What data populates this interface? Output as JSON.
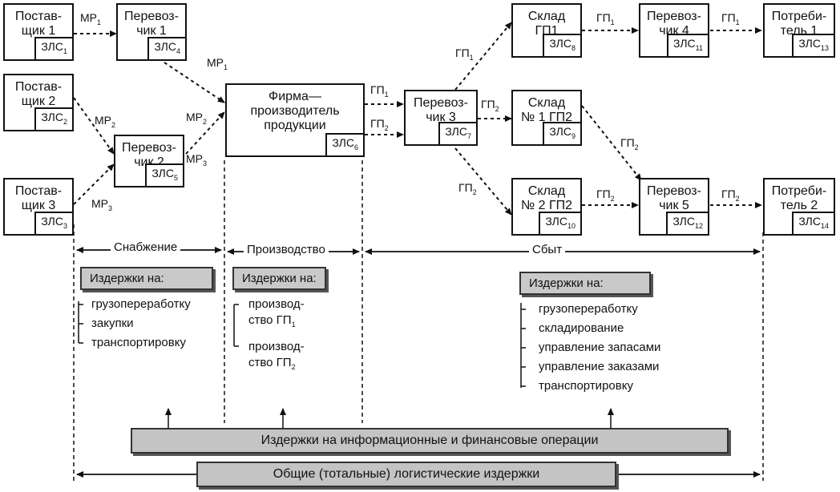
{
  "nodes": [
    {
      "id": "s1",
      "name": "Постав-\nщик 1",
      "zls": "ЗЛС",
      "zsub": "1"
    },
    {
      "id": "s2",
      "name": "Постав-\nщик 2",
      "zls": "ЗЛС",
      "zsub": "2"
    },
    {
      "id": "s3",
      "name": "Постав-\nщик 3",
      "zls": "ЗЛС",
      "zsub": "3"
    },
    {
      "id": "c1",
      "name": "Перевоз-\nчик 1",
      "zls": "ЗЛС",
      "zsub": "4"
    },
    {
      "id": "c2",
      "name": "Перевоз-\nчик 2",
      "zls": "ЗЛС",
      "zsub": "5"
    },
    {
      "id": "firm",
      "name": "Фирма—\nпроизводитель\nпродукции",
      "zls": "ЗЛС",
      "zsub": "6"
    },
    {
      "id": "c3",
      "name": "Перевоз-\nчик 3",
      "zls": "ЗЛС",
      "zsub": "7"
    },
    {
      "id": "w1",
      "name": "Склад\nГП1",
      "zls": "ЗЛС",
      "zsub": "8"
    },
    {
      "id": "w2",
      "name": "Склад\n№ 1 ГП2",
      "zls": "ЗЛС",
      "zsub": "9"
    },
    {
      "id": "w3",
      "name": "Склад\n№ 2 ГП2",
      "zls": "ЗЛС",
      "zsub": "10"
    },
    {
      "id": "c4",
      "name": "Перевоз-\nчик 4",
      "zls": "ЗЛС",
      "zsub": "11"
    },
    {
      "id": "c5",
      "name": "Перевоз-\nчик 5",
      "zls": "ЗЛС",
      "zsub": "12"
    },
    {
      "id": "p1",
      "name": "Потреби-\nтель 1",
      "zls": "ЗЛС",
      "zsub": "13"
    },
    {
      "id": "p2",
      "name": "Потреби-\nтель 2",
      "zls": "ЗЛС",
      "zsub": "14"
    }
  ],
  "flow_labels": [
    {
      "id": "mp1a",
      "t": "МР",
      "s": "1"
    },
    {
      "id": "mp1b",
      "t": "МР",
      "s": "1"
    },
    {
      "id": "mp2a",
      "t": "МР",
      "s": "2"
    },
    {
      "id": "mp2b",
      "t": "МР",
      "s": "2"
    },
    {
      "id": "mp3a",
      "t": "МР",
      "s": "3"
    },
    {
      "id": "mp3b",
      "t": "МР",
      "s": "3"
    },
    {
      "id": "gp1a",
      "t": "ГП",
      "s": "1"
    },
    {
      "id": "gp2a",
      "t": "ГП",
      "s": "2"
    },
    {
      "id": "gp1b",
      "t": "ГП",
      "s": "1"
    },
    {
      "id": "gp2b",
      "t": "ГП",
      "s": "2"
    },
    {
      "id": "gp2c",
      "t": "ГП",
      "s": "2"
    },
    {
      "id": "gp1c",
      "t": "ГП",
      "s": "1"
    },
    {
      "id": "gp1d",
      "t": "ГП",
      "s": "1"
    },
    {
      "id": "gp2d",
      "t": "ГП",
      "s": "2"
    },
    {
      "id": "gp2e",
      "t": "ГП",
      "s": "2"
    },
    {
      "id": "gp2f",
      "t": "ГП",
      "s": "2"
    }
  ],
  "stages": {
    "supply": "Снабжение",
    "production": "Производство",
    "sales": "Сбыт"
  },
  "costs": {
    "supply": {
      "header": "Издержки на:",
      "items": [
        "грузопереработку",
        "закупки",
        "транспортировку"
      ]
    },
    "production": {
      "header": "Издержки на:",
      "items": [
        {
          "t": "производ-\nство ГП",
          "s": "1"
        },
        {
          "t": "производ-\nство ГП",
          "s": "2"
        }
      ]
    },
    "sales": {
      "header": "Издержки на:",
      "items": [
        "грузопереработку",
        "складирование",
        "управление запасами",
        "управление заказами",
        "транспортировку"
      ]
    }
  },
  "bars": {
    "info": "Издержки на информационные и финансовые операции",
    "total": "Общие (тотальные) логистические издержки"
  }
}
